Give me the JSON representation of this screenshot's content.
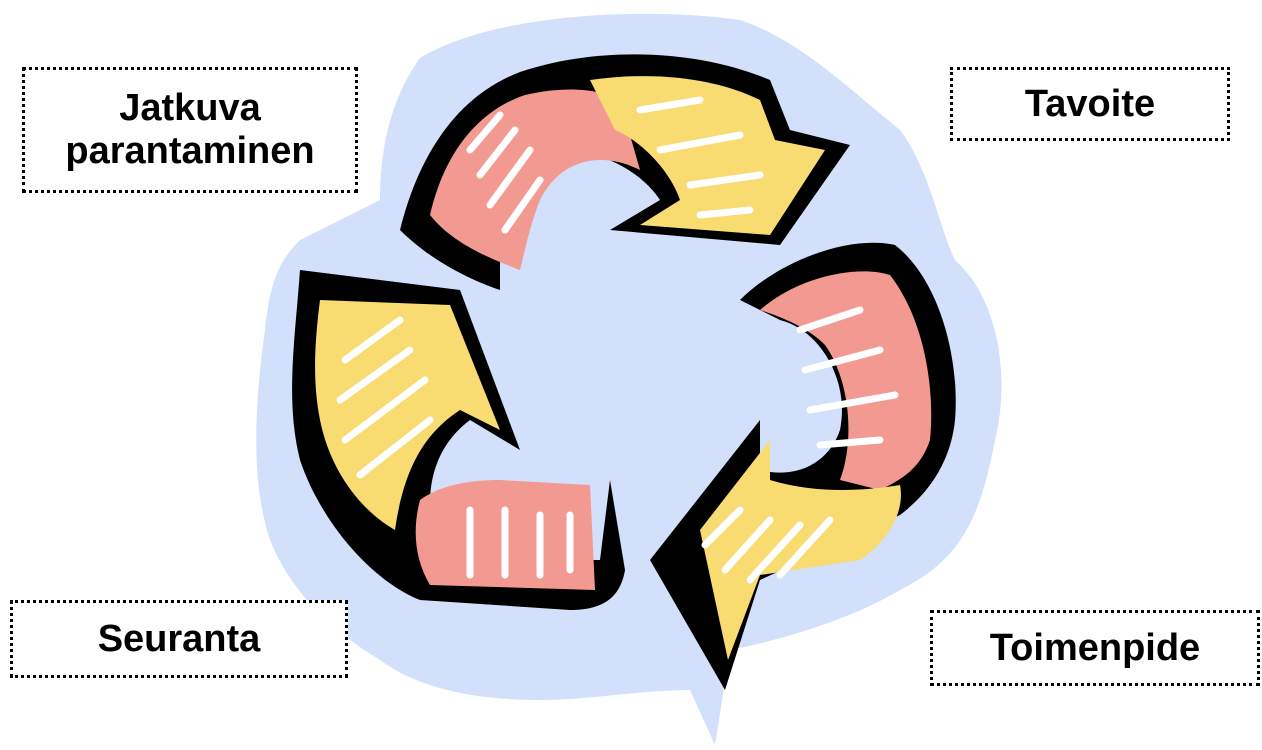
{
  "labels": {
    "continuous_improvement": "Jatkuva\nparantaminen",
    "goal": "Tavoite",
    "monitoring": "Seuranta",
    "action": "Toimenpide"
  },
  "colors": {
    "halo": "#d2e0fb",
    "outline": "#000000",
    "pink": "#f29a92",
    "yellow": "#f8dc72",
    "highlight": "#ffffff"
  },
  "diagram": {
    "type": "cycle",
    "icon": "recycle-arrows-clipart"
  }
}
